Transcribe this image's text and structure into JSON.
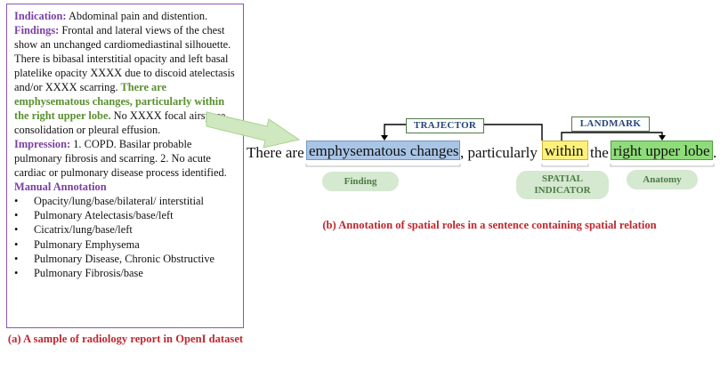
{
  "report": {
    "indication_label": "Indication:",
    "indication_text": " Abdominal pain and distention.",
    "findings_label": "Findings:",
    "findings_text": " Frontal and lateral views of the chest show an unchanged  cardiomediastinal silhouette. There is bibasal interstitial opacity and left basal platelike opacity XXXX due to discoid atelectasis  and/or XXXX scarring.",
    "findings_highlight": " There are emphysematous changes, particularly  within the right upper lobe.",
    "findings_tail": " No XXXX focal airspace consolidation  or  pleural effusion.",
    "impression_label": "Impression:",
    "impression_text": " 1. COPD. Basilar probable pulmonary fibrosis and scarring. 2. No acute cardiac or pulmonary disease process identified.",
    "manual_label": "Manual Annotation",
    "manual_items": [
      "Opacity/lung/base/bilateral/ interstitial",
      "Pulmonary Atelectasis/base/left",
      "Cicatrix/lung/base/left",
      "Pulmonary Emphysema",
      "Pulmonary Disease, Chronic Obstructive",
      "Pulmonary Fibrosis/base"
    ],
    "caption": "(a) A sample of radiology report in OpenI dataset"
  },
  "annotation": {
    "sentence_parts": {
      "prefix": "There are",
      "trajector": "emphysematous changes",
      "middle": ", particularly",
      "indicator": "within",
      "the": "the",
      "landmark": "right upper lobe",
      "period": "."
    },
    "trajector_tag": "TRAJECTOR",
    "landmark_tag": "LANDMARK",
    "finding_label": "Finding",
    "spatial_label_1": "SPATIAL",
    "spatial_label_2": "INDICATOR",
    "anatomy_label": "Anatomy",
    "caption": "(b) Annotation of spatial roles in a sentence containing spatial relation"
  },
  "colors": {
    "purple": "#7a3fa3",
    "green": "#5a8f2f",
    "red": "#c0272d",
    "trajector_fill": "#a9c5e6",
    "indicator_fill": "#fcf17a",
    "landmark_fill": "#8fdc7a"
  }
}
